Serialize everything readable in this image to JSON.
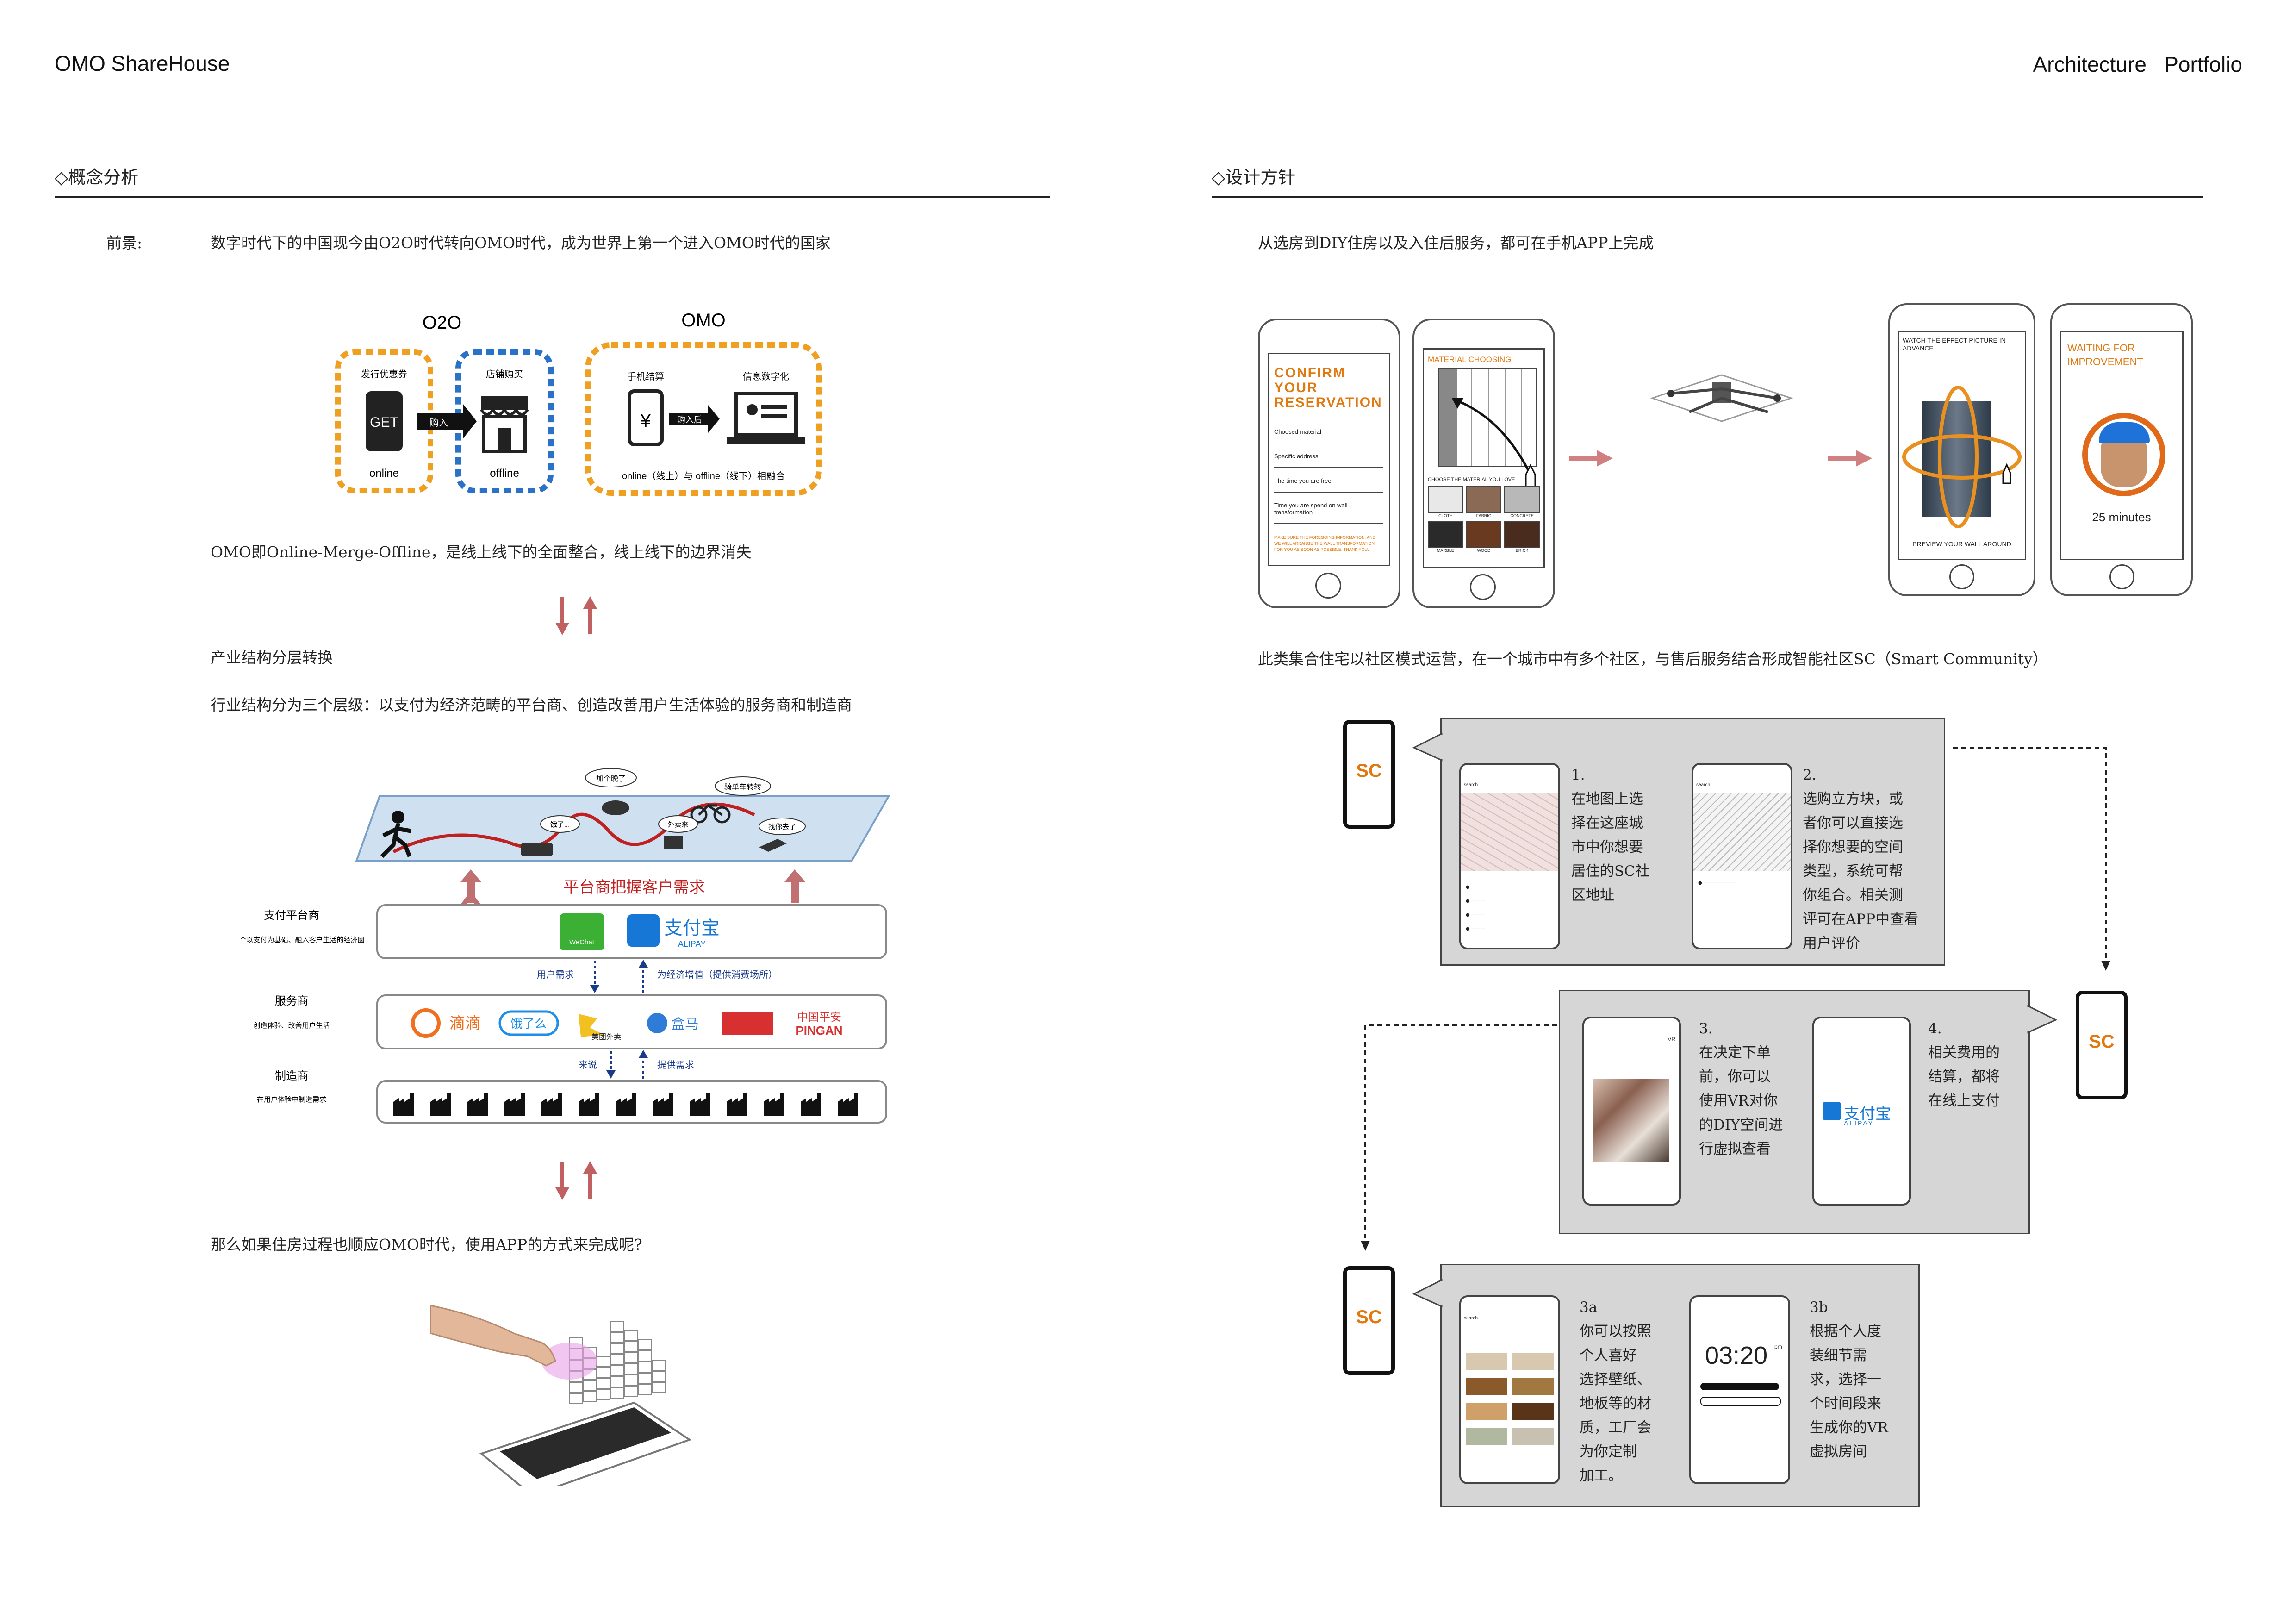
{
  "header": {
    "left": "OMO ShareHouse",
    "right": "Architecture   Portfolio"
  },
  "left": {
    "section_title": "◇概念分析",
    "bg_label": "前景:",
    "bg_text": "数字时代下的中国现今由O2O时代转向OMO时代，成为世界上第一个进入OMO时代的国家",
    "o2o_label": "O2O",
    "omo_label": "OMO",
    "o2o_items": {
      "coupon": "发行优惠券",
      "get": "GET",
      "online": "online",
      "buy": "购入",
      "store": "店铺购买",
      "offline": "offline"
    },
    "omo_items": {
      "pay": "手机结算",
      "yen": "¥",
      "buy": "购入后",
      "digital": "信息数字化",
      "merge": "online（线上）与 offline（线下）相融合"
    },
    "omo_definition": "OMO即Online-Merge-Offline，是线上线下的全面整合，线上线下的边界消失",
    "layer_title": "产业结构分层转换",
    "layer_text": "行业结构分为三个层级：以支付为经济范畴的平台商、创造改善用户生活体验的服务商和制造商",
    "platform_caption": "平台商把握客户需求",
    "bubbles": [
      "加个晚了",
      "骑单车转转",
      "饿了...",
      "外卖来",
      "找你去了"
    ],
    "tiers": [
      {
        "name": "支付平台商",
        "desc": "打造一个以支付为基础、融入客户生活的经济圈"
      },
      {
        "name": "服务商",
        "desc": "创造体验、改善用户生活"
      },
      {
        "name": "制造商",
        "desc": "在用户体验中制造需求"
      }
    ],
    "flows": {
      "user_need": "用户需求",
      "value_add": "为经济增值（提供消费场所）",
      "come": "来说",
      "provide": "提供需求"
    },
    "brands": {
      "wechat": "WeChat",
      "alipay": "支付宝",
      "alipay_en": "ALIPAY",
      "didi": "滴滴",
      "eleme": "饿了么",
      "meituan": "美团外卖",
      "hema": "盒马",
      "pingan": "中国平安",
      "pingan_en": "PINGAN"
    },
    "question": "那么如果住房过程也顺应OMO时代，使用APP的方式来完成呢?"
  },
  "right": {
    "section_title": "◇设计方针",
    "intro": "从选房到DIY住房以及入住后服务，都可在手机APP上完成",
    "phone1": {
      "title": "CONFIRM YOUR RESERVATION",
      "fields": [
        "Choosed material",
        "Specific address",
        "The time you are free",
        "Time you are spend on wall transformation"
      ],
      "note": "MAKE SURE THE FOREGOING INFORMATION, AND WE WILL ARRANGE THE WALL TRANSFORMATION FOR YOU AS SOON AS POSSIBLE. THANK YOU."
    },
    "phone2": {
      "title": "MATERIAL CHOOSING",
      "choose": "CHOOSE THE MATERIAL YOU LOVE",
      "swatches": [
        "CLOTH",
        "FABRIC",
        "CONCRETE",
        "MARBLE",
        "WOOD",
        "BRICK"
      ]
    },
    "phone3": {
      "title": "WATCH THE EFFECT PICTURE IN ADVANCE",
      "caption": "PREVIEW YOUR WALL AROUND"
    },
    "phone4": {
      "title": "WAITING FOR IMPROVEMENT",
      "time": "25 minutes"
    },
    "sc_text": "此类集合住宅以社区模式运营，在一个城市中有多个社区，与售后服务结合形成智能社区SC（Smart Community）",
    "sc": "SC",
    "search": "search",
    "steps": [
      {
        "num": "1.",
        "lines": [
          "在地图上选",
          "择在这座城",
          "市中你想要",
          "居住的SC社",
          "区地址"
        ]
      },
      {
        "num": "2.",
        "lines": [
          "选购立方块，或",
          "者你可以直接选",
          "择你想要的空间",
          "类型，系统可帮",
          "你组合。相关测",
          "评可在APP中查看",
          "用户评价"
        ]
      },
      {
        "num": "3.",
        "lines": [
          "在决定下单",
          "前，你可以",
          "使用VR对你",
          "的DIY空间进",
          "行虚拟查看"
        ]
      },
      {
        "num": "4.",
        "lines": [
          "相关费用的",
          "结算，都将",
          "在线上支付"
        ]
      },
      {
        "num": "3a",
        "lines": [
          "你可以按照",
          "个人喜好",
          "选择壁纸、",
          "地板等的材",
          "质，工厂会",
          "为你定制",
          "加工。"
        ]
      },
      {
        "num": "3b",
        "lines": [
          "根据个人度",
          "装细节需",
          "求，选择一",
          "个时间段来",
          "生成你的VR",
          "虚拟房间"
        ]
      }
    ],
    "vr_label": "VR",
    "clock": "03:20",
    "clock_pm": "pm"
  }
}
